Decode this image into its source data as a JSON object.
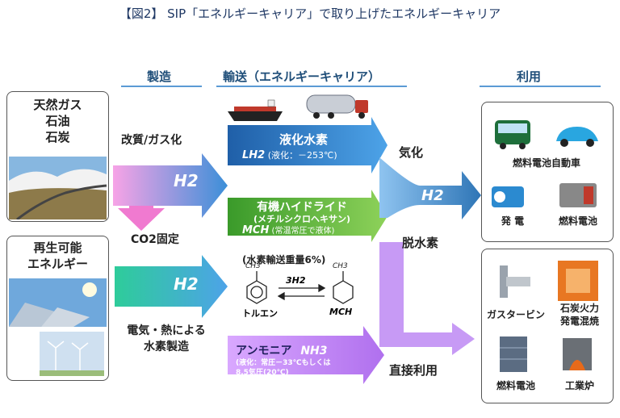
{
  "title": "【図2】 SIP「エネルギーキャリア」で取り上げたエネルギーキャリア",
  "stages": {
    "production": "製造",
    "transport": "輸送（エネルギーキャリア）",
    "use": "利用"
  },
  "sources": {
    "fossil": [
      "天然ガス",
      "石油",
      "石炭"
    ],
    "renewable": [
      "再生可能",
      "エネルギー"
    ]
  },
  "process": {
    "reforming": "改質/ガス化",
    "co2": "CO2固定",
    "electric": [
      "電気・熱による",
      "水素製造"
    ],
    "h2": "H2"
  },
  "carriers": {
    "lh2": {
      "name": "液化水素",
      "formula": "LH2",
      "note": "(液化：－253℃)"
    },
    "mch": {
      "name": "有機ハイドライド",
      "sub": "(メチルシクロヘキサン)",
      "formula": "MCH",
      "note": "(常温常圧で液体)"
    },
    "nh3": {
      "name": "アンモニア",
      "formula": "NH3",
      "note1": "(液化：常圧－33℃もしくは",
      "note2": "8.5気圧(20℃)"
    }
  },
  "reaction": {
    "weight": "(水素輸送重量6%)",
    "ch3_left": "CH3",
    "ch3_right": "CH3",
    "reagent": "3H2",
    "toluene": "トルエン",
    "mch": "MCH"
  },
  "conversion": {
    "vaporize": "気化",
    "dehydro": "脱水素",
    "h2": "H2",
    "direct": "直接利用"
  },
  "uses_top": [
    "燃料電池自動車",
    "発 電",
    "燃料電池"
  ],
  "uses_bottom": [
    "ガスタービン",
    "石炭火力",
    "発電混焼",
    "燃料電池",
    "工業炉"
  ],
  "colors": {
    "blue_arrow": "#2e75b6",
    "green_arrow": "#4aa02c",
    "purple_arrow": "#cc99ff",
    "pink_arrow": "#e066c4",
    "teal_arrow": "#33cc99",
    "h2_text": "#ffffff"
  }
}
